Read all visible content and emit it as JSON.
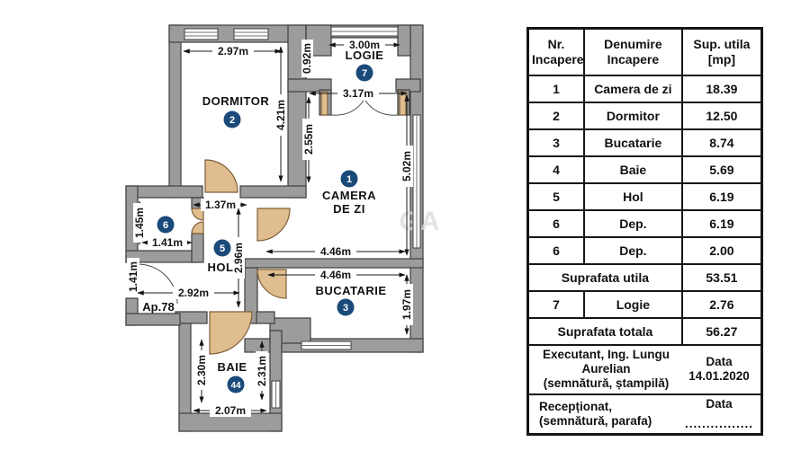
{
  "floorplan": {
    "watermark": "GA",
    "apartment_label": "Ap.78",
    "rooms": {
      "dormitor": {
        "label": "DORMITOR",
        "badge": "2"
      },
      "logie": {
        "label": "LOGIE",
        "badge": "7"
      },
      "camera": {
        "label1": "CAMERA",
        "label2": "DE ZI",
        "badge": "1"
      },
      "bucatarie": {
        "label": "BUCATARIE",
        "badge": "3"
      },
      "hol": {
        "label": "HOL",
        "badge": "5"
      },
      "dep": {
        "badge": "6"
      },
      "baie": {
        "label": "BAIE",
        "badge": "44"
      }
    },
    "dims": {
      "d297": "2.97m",
      "d421": "4.21m",
      "d300": "3.00m",
      "d092": "0.92m",
      "d317": "3.17m",
      "d255": "2.55m",
      "d502": "5.02m",
      "d446a": "4.46m",
      "d446b": "4.46m",
      "d197": "1.97m",
      "d145": "1.45m",
      "d141a": "1.41m",
      "d137": "1.37m",
      "d296": "2.96m",
      "d141b": "1.41m",
      "d292": "2.92m",
      "d230": "2.30m",
      "d231": "2.31m",
      "d207": "2.07m"
    }
  },
  "table": {
    "headers": {
      "col1a": "Nr.",
      "col1b": "Incapere",
      "col2a": "Denumire",
      "col2b": "Incapere",
      "col3a": "Sup. utila",
      "col3b": "[mp]"
    },
    "rows": [
      {
        "nr": "1",
        "name": "Camera de zi",
        "area": "18.39"
      },
      {
        "nr": "2",
        "name": "Dormitor",
        "area": "12.50"
      },
      {
        "nr": "3",
        "name": "Bucatarie",
        "area": "8.74"
      },
      {
        "nr": "4",
        "name": "Baie",
        "area": "5.69"
      },
      {
        "nr": "5",
        "name": "Hol",
        "area": "6.19"
      },
      {
        "nr": "6",
        "name": "Dep.",
        "area": "6.19"
      },
      {
        "nr": "6",
        "name": "Dep.",
        "area": "2.00"
      }
    ],
    "subtotal": {
      "label": "Suprafata utila",
      "value": "53.51"
    },
    "logie_row": {
      "nr": "7",
      "name": "Logie",
      "area": "2.76"
    },
    "total": {
      "label": "Suprafata totala",
      "value": "56.27"
    },
    "executant": {
      "line1": "Executant, Ing. Lungu Aurelian",
      "line2": "(semnătură, ștampilă)",
      "data_label": "Data",
      "date": "14.01.2020"
    },
    "receptionat": {
      "line1": "Recepționat,",
      "line2": "(semnătură, parafa)",
      "data_label": "Data",
      "dots": "................"
    }
  }
}
